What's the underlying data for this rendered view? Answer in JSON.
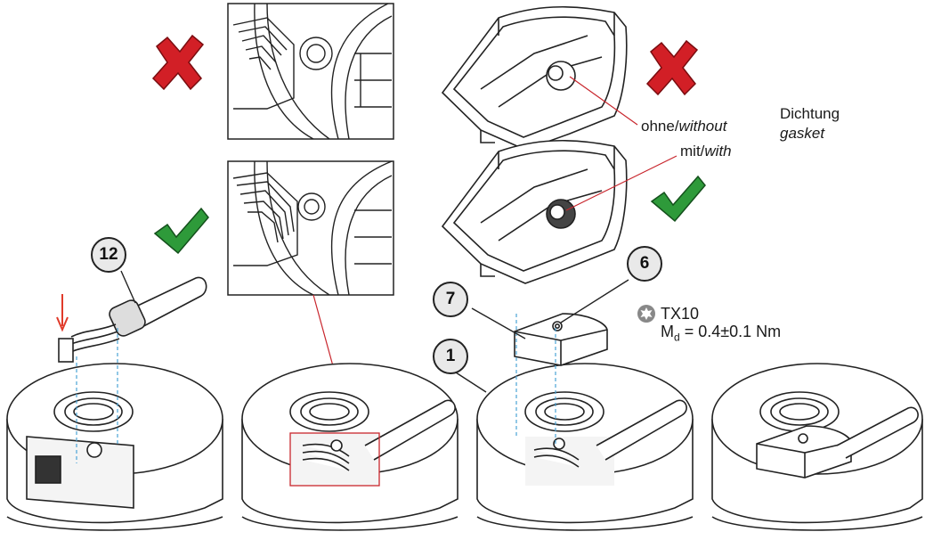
{
  "callouts": {
    "c12": "12",
    "c6": "6",
    "c7": "7",
    "c1": "1"
  },
  "labels": {
    "without_de": "ohne/",
    "without_en": "without",
    "with_de": "mit/",
    "with_en": "with",
    "gasket_de": "Dichtung",
    "gasket_en": "gasket",
    "tool": "TX10",
    "torque_symbol": "M",
    "torque_sub": "d",
    "torque_value": "= 0.4±0.1 Nm"
  },
  "marks": {
    "wrong_color": "#d21f26",
    "ok_color": "#2e9a3a",
    "arrow_color": "#e03a2a",
    "detail_line_color": "#c8262d",
    "guide_color": "#4aa3d6"
  },
  "icons": [
    "cross-mark-icon",
    "check-mark-icon",
    "torx-icon",
    "down-arrow-icon"
  ]
}
